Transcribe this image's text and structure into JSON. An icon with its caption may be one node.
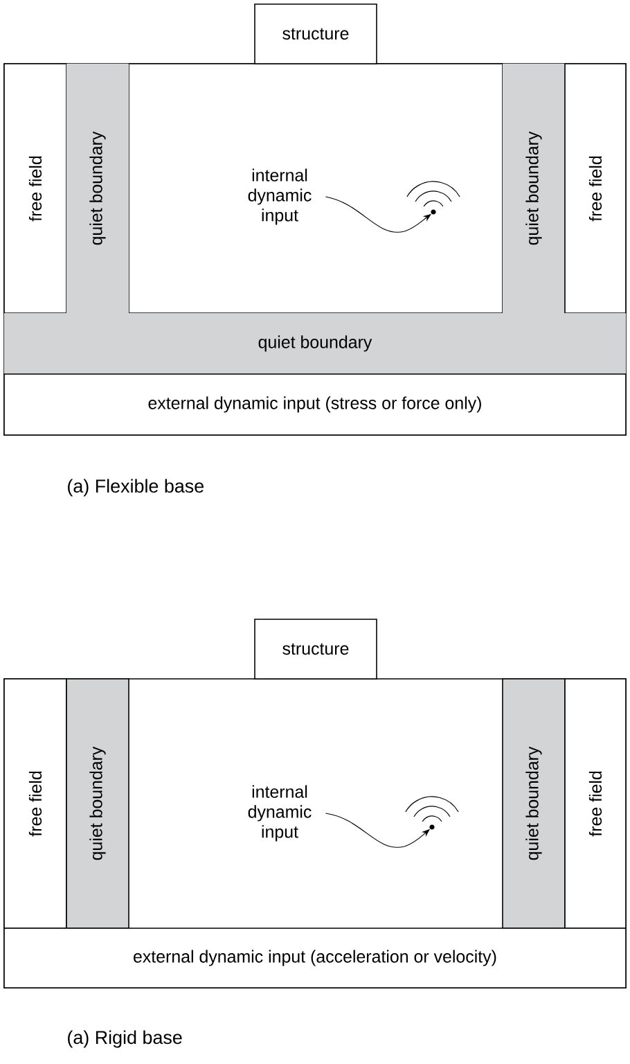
{
  "diagram": {
    "nodes": [
      {
        "text": [
          "structure"
        ]
      },
      {
        "text": [
          "free field"
        ]
      },
      {
        "text": [
          "quiet boundary"
        ]
      },
      {
        "text": [
          "quiet boundary"
        ]
      },
      {
        "text": [
          "free field"
        ]
      },
      {
        "text": [
          "quiet boundary"
        ]
      },
      {
        "text": [
          "internal dynamic input"
        ]
      },
      {
        "text": [],
        "shape": "circle"
      },
      {
        "text": [
          "external dynamic input (stress or force only)"
        ]
      },
      {
        "text": [
          "structure"
        ]
      },
      {
        "text": [
          "free field"
        ]
      },
      {
        "text": [
          "quiet boundary"
        ]
      },
      {
        "text": [
          "quiet boundary"
        ]
      },
      {
        "text": [
          "free field"
        ]
      },
      {
        "text": [
          "internal dynamic input"
        ]
      },
      {
        "text": [],
        "shape": "circle"
      },
      {
        "text": [
          "external dynamic input (acceleration or velocity)"
        ]
      }
    ],
    "edges": [
      {
        "from": 6,
        "to": 7,
        "arrow": "to"
      },
      {
        "from": 14,
        "to": 15,
        "arrow": "to"
      }
    ],
    "labels": [
      "(a) Flexible base",
      "(a) Rigid base"
    ]
  }
}
